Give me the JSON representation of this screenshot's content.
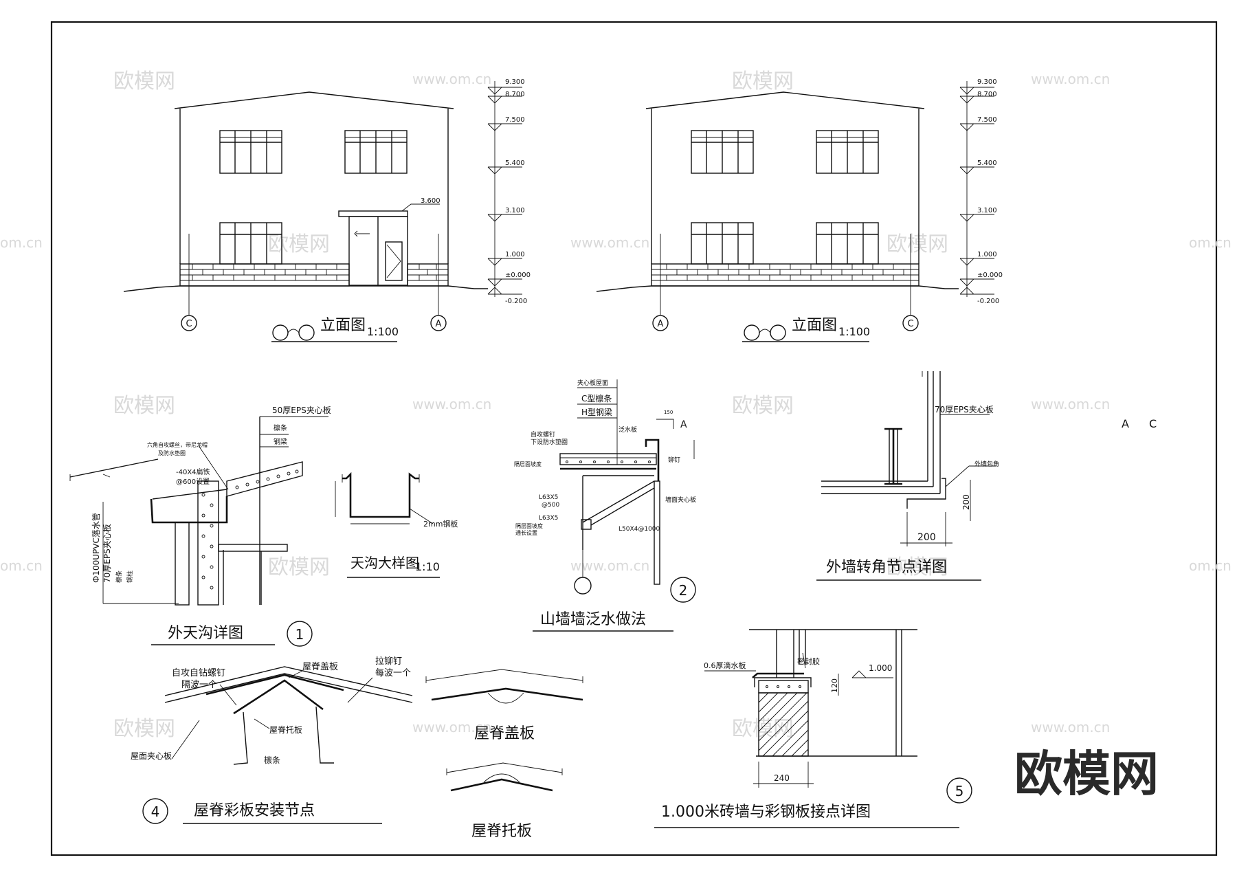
{
  "watermarks": {
    "brand_cn": "欧模网",
    "site": "www.om.cn",
    "site_partial": "om.cn"
  },
  "brand_logo": "欧模网",
  "elevation_left": {
    "title": "立面图",
    "scale": "1:100",
    "axis_left": "C",
    "axis_right": "A",
    "canopy_level": "3.600"
  },
  "elevation_right": {
    "title": "立面图",
    "scale": "1:100",
    "axis_left": "A",
    "axis_right": "C"
  },
  "levels": [
    "9.300",
    "8.700",
    "7.500",
    "5.400",
    "3.100",
    "1.000",
    "±0.000",
    "-0.200"
  ],
  "gutter_detail": {
    "title": "外天沟详图",
    "number": "1",
    "labels": {
      "panel_50": "50厚EPS夹心板",
      "purlin": "檩条",
      "steel_beam": "钢梁",
      "screw": "六角自攻螺丝，带尼龙帽",
      "waterproof_washer": "及防水垫圈",
      "flat_steel": "-40X4扁铁",
      "spacing": "@600设置",
      "pipe": "Ф100UPVC落水管",
      "panel_70": "70厚EPS夹心板",
      "purlin2": "檩条",
      "steel_column": "钢柱"
    }
  },
  "gutter_sample": {
    "title": "天沟大样图",
    "scale": "1:10",
    "steel_plate": "2mm钢板"
  },
  "gable_flashing": {
    "title": "山墙墙泛水做法",
    "number": "2",
    "labels": {
      "roof_panel": "夹心板屋面",
      "c_purlin": "C型檩条",
      "h_beam": "H型钢梁",
      "self_screw": "自攻螺钉",
      "washer": "下设防水垫圈",
      "flashing": "泛水板",
      "rivet": "铆钉",
      "wall_panel": "墙面夹心板",
      "seal": "隔层面坡度",
      "angle1": "L63X5",
      "spacing1": "@500",
      "angle2": "L63X5",
      "note2": "隔层面坡度",
      "note3": "通长设置",
      "brace": "L50X4@1000",
      "dim150": "150",
      "mark_a": "A"
    }
  },
  "corner_detail": {
    "title": "外墙转角节点详图",
    "panel": "70厚EPS夹心板",
    "corner_trim": "外墙包角",
    "dim_h": "200",
    "dim_v": "200",
    "axis_a": "A",
    "axis_c": "C"
  },
  "ridge_install": {
    "title": "屋脊彩板安装节点",
    "number": "4",
    "labels": {
      "self_drill": "自攻自钻螺钉",
      "every_other": "隔波一个",
      "ridge_cover": "屋脊盖板",
      "rivet": "拉铆钉",
      "every_wave": "每波一个",
      "ridge_support": "屋脊托板",
      "roof_panel": "屋面夹心板",
      "purlin": "檩条"
    }
  },
  "ridge_cover": {
    "title": "屋脊盖板"
  },
  "ridge_support": {
    "title": "屋脊托板"
  },
  "brick_wall_detail": {
    "title": "1.000米砖墙与彩钢板接点详图",
    "number": "5",
    "labels": {
      "flashing": "0.6厚滴水板",
      "sealant": "密封胶",
      "level": "1.000",
      "dim120": "120",
      "dim240": "240"
    }
  }
}
